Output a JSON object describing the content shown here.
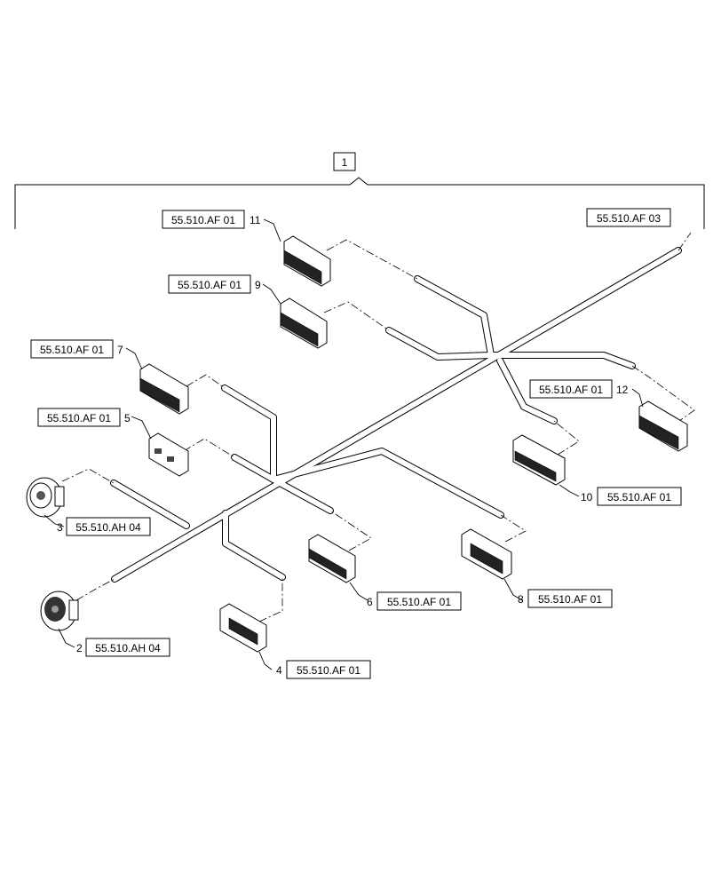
{
  "assembly": {
    "item_number": "1"
  },
  "callouts": [
    {
      "id": "c11",
      "number": "11",
      "ref": "55.510.AF 01"
    },
    {
      "id": "c9",
      "number": "9",
      "ref": "55.510.AF 01"
    },
    {
      "id": "c7",
      "number": "7",
      "ref": "55.510.AF 01"
    },
    {
      "id": "c5",
      "number": "5",
      "ref": "55.510.AF 01"
    },
    {
      "id": "c3",
      "number": "3",
      "ref": "55.510.AH 04"
    },
    {
      "id": "c2",
      "number": "2",
      "ref": "55.510.AH 04"
    },
    {
      "id": "c4",
      "number": "4",
      "ref": "55.510.AF 01"
    },
    {
      "id": "c6",
      "number": "6",
      "ref": "55.510.AF 01"
    },
    {
      "id": "c8",
      "number": "8",
      "ref": "55.510.AF 01"
    },
    {
      "id": "c10",
      "number": "10",
      "ref": "55.510.AF 01"
    },
    {
      "id": "c12",
      "number": "12",
      "ref": "55.510.AF 01"
    }
  ],
  "harness_end_ref": "55.510.AF 03"
}
